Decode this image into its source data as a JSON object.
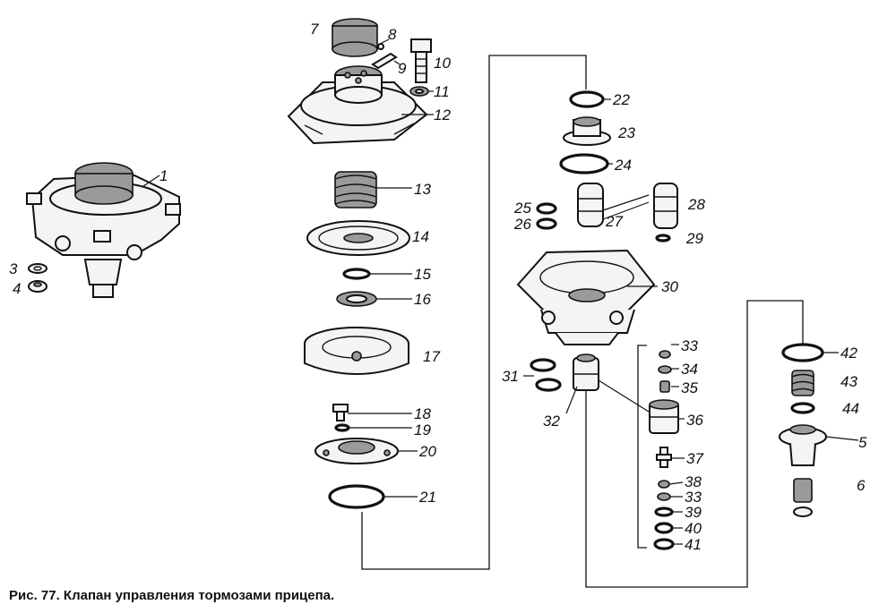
{
  "caption": "Рис. 77. Клапан управления тормозами прицепа.",
  "callouts": [
    {
      "id": "1",
      "text": "1"
    },
    {
      "id": "3",
      "text": "3"
    },
    {
      "id": "4",
      "text": "4"
    },
    {
      "id": "7",
      "text": "7"
    },
    {
      "id": "8",
      "text": "8"
    },
    {
      "id": "9",
      "text": "9"
    },
    {
      "id": "10",
      "text": "10"
    },
    {
      "id": "11",
      "text": "11"
    },
    {
      "id": "12",
      "text": "12"
    },
    {
      "id": "13",
      "text": "13"
    },
    {
      "id": "14",
      "text": "14"
    },
    {
      "id": "15",
      "text": "15"
    },
    {
      "id": "16",
      "text": "16"
    },
    {
      "id": "17",
      "text": "17"
    },
    {
      "id": "18",
      "text": "18"
    },
    {
      "id": "19",
      "text": "19"
    },
    {
      "id": "20",
      "text": "20"
    },
    {
      "id": "21",
      "text": "21"
    },
    {
      "id": "22",
      "text": "22"
    },
    {
      "id": "23",
      "text": "23"
    },
    {
      "id": "24",
      "text": "24"
    },
    {
      "id": "25",
      "text": "25"
    },
    {
      "id": "26",
      "text": "26"
    },
    {
      "id": "27",
      "text": "27"
    },
    {
      "id": "28",
      "text": "28"
    },
    {
      "id": "29",
      "text": "29"
    },
    {
      "id": "30",
      "text": "30"
    },
    {
      "id": "31",
      "text": "31"
    },
    {
      "id": "32",
      "text": "32"
    },
    {
      "id": "33a",
      "text": "33"
    },
    {
      "id": "34",
      "text": "34"
    },
    {
      "id": "35",
      "text": "35"
    },
    {
      "id": "36",
      "text": "36"
    },
    {
      "id": "37",
      "text": "37"
    },
    {
      "id": "38",
      "text": "38"
    },
    {
      "id": "33b",
      "text": "33"
    },
    {
      "id": "39",
      "text": "39"
    },
    {
      "id": "40",
      "text": "40"
    },
    {
      "id": "41",
      "text": "41"
    },
    {
      "id": "42",
      "text": "42"
    },
    {
      "id": "43",
      "text": "43"
    },
    {
      "id": "44",
      "text": "44"
    },
    {
      "id": "5",
      "text": "5"
    },
    {
      "id": "6",
      "text": "6"
    }
  ]
}
